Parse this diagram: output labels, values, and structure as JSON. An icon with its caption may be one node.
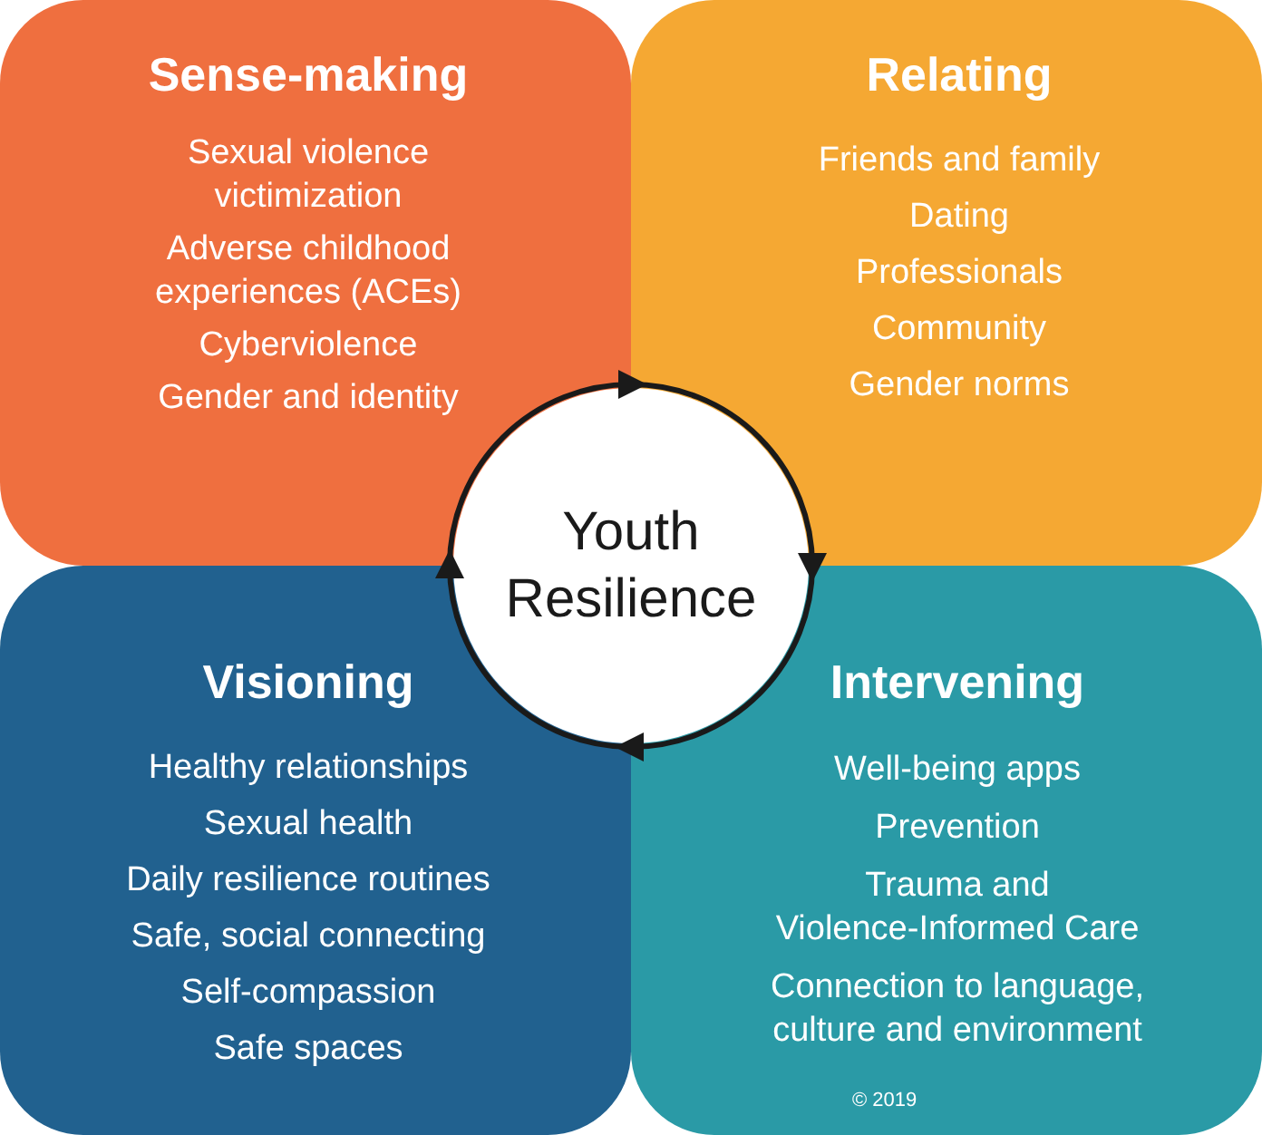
{
  "diagram": {
    "nodes": [
      {
        "text": [
          "Sense-making",
          "Sexual violence victimization",
          "Adverse childhood experiences (ACEs)",
          "Cyberviolence",
          "Gender and identity"
        ]
      },
      {
        "text": [
          "Relating",
          "Friends and family",
          "Dating",
          "Professionals",
          "Community",
          "Gender norms"
        ]
      },
      {
        "text": [
          "Visioning",
          "Healthy relationships",
          "Sexual health",
          "Daily resilience routines",
          "Safe, social connecting",
          "Self-compassion",
          "Safe spaces"
        ]
      },
      {
        "text": [
          "Intervening",
          "Well-being apps",
          "Prevention",
          "Trauma and Violence-Informed Care",
          "Connection to language, culture and environment"
        ]
      },
      {
        "text": [
          "Youth Resilience"
        ]
      }
    ],
    "labels": [
      "© 2019"
    ]
  }
}
